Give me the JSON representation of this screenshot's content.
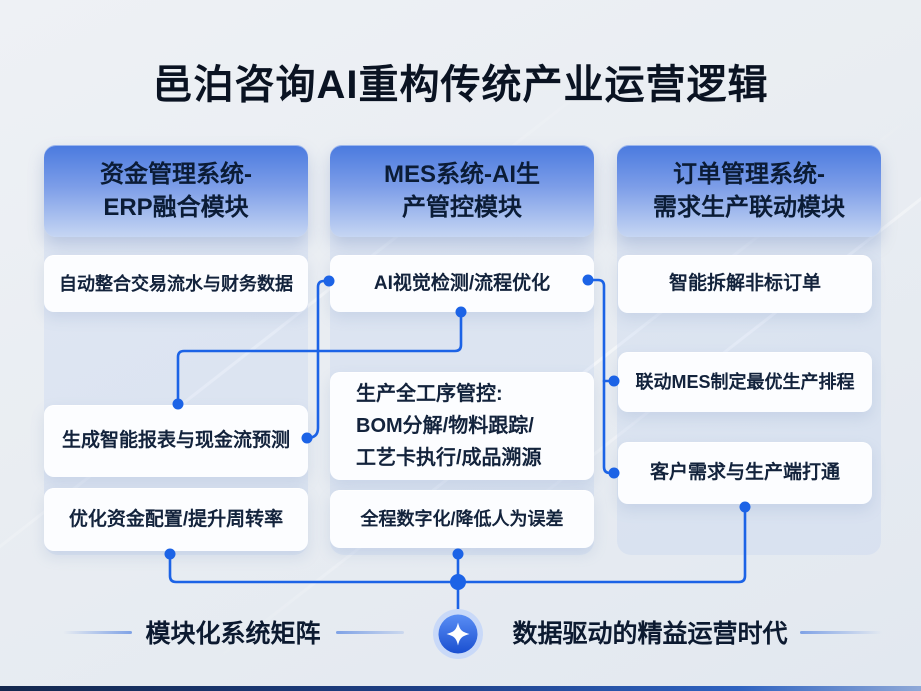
{
  "title": "邑泊咨询AI重构传统产业运营逻辑",
  "columns": [
    {
      "header_lines": [
        "资金管理系统-",
        "ERP融合模块"
      ],
      "boxes": [
        {
          "lines": [
            "自动整合交易流水与财务数据"
          ]
        },
        {
          "lines": [
            "生成智能报表与现金流预测"
          ]
        },
        {
          "lines": [
            "优化资金配置/提升周转率"
          ]
        }
      ]
    },
    {
      "header_lines": [
        "MES系统-AI生",
        "产管控模块"
      ],
      "boxes": [
        {
          "lines": [
            "AI视觉检测/流程优化"
          ]
        },
        {
          "lines": [
            "生产全工序管控:",
            "BOM分解/物料跟踪/",
            "工艺卡执行/成品溯源"
          ]
        },
        {
          "lines": [
            "全程数字化/降低人为误差"
          ]
        }
      ]
    },
    {
      "header_lines": [
        "订单管理系统-",
        "需求生产联动模块"
      ],
      "boxes": [
        {
          "lines": [
            "智能拆解非标订单"
          ]
        },
        {
          "lines": [
            "联动MES制定最优生产排程"
          ]
        },
        {
          "lines": [
            "客户需求与生产端打通"
          ]
        }
      ]
    }
  ],
  "footer": {
    "left_label": "模块化系统矩阵",
    "right_label": "数据驱动的精益运营时代",
    "icon": "sparkle-icon"
  },
  "colors": {
    "connector_blue": "#1c63e6",
    "header_gradient_top": "#4a7adf",
    "header_gradient_bottom": "#c6d6f3",
    "box_background": "#fcfdff",
    "text_dark": "#0c1c33",
    "page_background": "#e9edf2",
    "footer_line": "#7fa2e6",
    "icon_blue_dark": "#1a4fd0",
    "icon_blue_light": "#5a8ef5",
    "icon_halo": "#c9d9f8",
    "bottom_bar_navy": "#1d3f85"
  }
}
